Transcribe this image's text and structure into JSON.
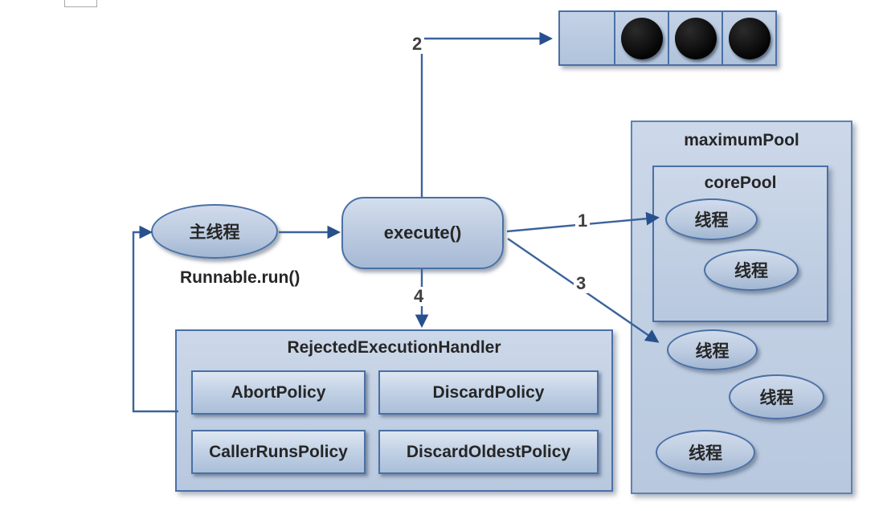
{
  "nodes": {
    "main_thread": {
      "label": "主线程"
    },
    "runnable": {
      "label": "Runnable.run()"
    },
    "execute": {
      "label": "execute()"
    },
    "maximum_pool": {
      "label": "maximumPool"
    },
    "core_pool": {
      "label": "corePool"
    },
    "handler": {
      "label": "RejectedExecutionHandler"
    },
    "policies": [
      {
        "label": "AbortPolicy"
      },
      {
        "label": "DiscardPolicy"
      },
      {
        "label": "CallerRunsPolicy"
      },
      {
        "label": "DiscardOldestPolicy"
      }
    ]
  },
  "threads": {
    "core": [
      {
        "label": "线程"
      },
      {
        "label": "线程"
      }
    ],
    "overflow": [
      {
        "label": "线程"
      },
      {
        "label": "线程"
      },
      {
        "label": "线程"
      }
    ]
  },
  "queue": {
    "cell_count": 4,
    "empty_cells": 1,
    "task_dots": 3
  },
  "steps": [
    {
      "label": "1"
    },
    {
      "label": "2"
    },
    {
      "label": "3"
    },
    {
      "label": "4"
    }
  ],
  "colors": {
    "node_border": "#4a70a6",
    "node_fill_top": "#d0dbeb",
    "node_fill_bottom": "#a6bad5",
    "arrow_line": "#3b639c",
    "arrowhead": "#27508c",
    "text": "#262626",
    "queue_dot": "#0d0d0d"
  }
}
